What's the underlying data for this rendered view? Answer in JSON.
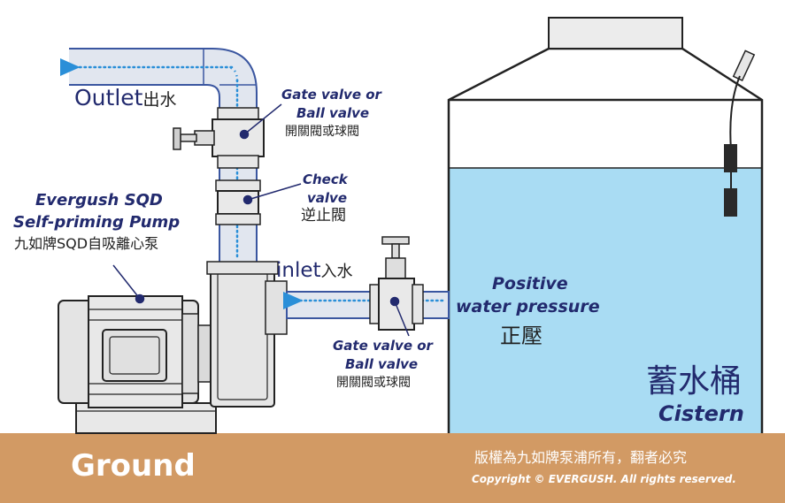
{
  "labels": {
    "outlet": "Outlet",
    "outlet_zh": "出水",
    "gate_top_en1": "Gate valve or",
    "gate_top_en2": "Ball valve",
    "gate_top_zh": "開關閥或球閥",
    "check_en1": "Check",
    "check_en2": "valve",
    "check_zh": "逆止閥",
    "pump_en1": "Evergush SQD",
    "pump_en2": "Self-priming Pump",
    "pump_zh": "九如牌SQD自吸離心泵",
    "inlet": "inlet",
    "inlet_zh": "入水",
    "gate_bot_en1": "Gate valve or",
    "gate_bot_en2": "Ball valve",
    "gate_bot_zh": "開關閥或球閥",
    "pressure_en1": "Positive",
    "pressure_en2": "water pressure",
    "pressure_zh": "正壓",
    "cistern_zh": "蓄水桶",
    "cistern_en": "Cistern",
    "ground": "Ground",
    "copyright_zh": "版權為九如牌泵浦所有，翻者必究",
    "copyright_en": "Copyright © EVERGUSH. All rights reserved."
  },
  "colors": {
    "water": "#a9dcf3",
    "ground": "#d29a64",
    "pipe": "#e1e6ef",
    "outline": "#222222",
    "flow": "#2a8fd8",
    "label": "#222a6e",
    "motor": "#dcdcdc"
  }
}
